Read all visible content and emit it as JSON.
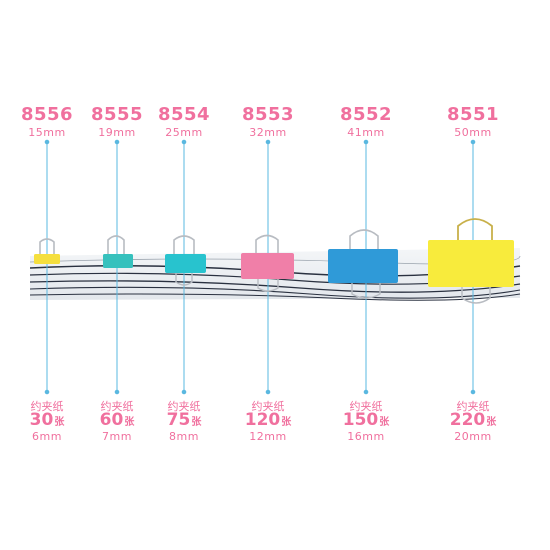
{
  "clips": [
    {
      "model": "8556",
      "width": "15mm",
      "capacity_label": "约夹纸",
      "sheets": "30",
      "sheets_unit": "张",
      "thickness": "6mm",
      "color": "#f5df3e"
    },
    {
      "model": "8555",
      "width": "19mm",
      "capacity_label": "约夹纸",
      "sheets": "60",
      "sheets_unit": "张",
      "thickness": "7mm",
      "color": "#36c1bd"
    },
    {
      "model": "8554",
      "width": "25mm",
      "capacity_label": "约夹纸",
      "sheets": "75",
      "sheets_unit": "张",
      "thickness": "8mm",
      "color": "#28c3ce"
    },
    {
      "model": "8553",
      "width": "32mm",
      "capacity_label": "约夹纸",
      "sheets": "120",
      "sheets_unit": "张",
      "thickness": "12mm",
      "color": "#f07fa8"
    },
    {
      "model": "8552",
      "width": "41mm",
      "capacity_label": "约夹纸",
      "sheets": "150",
      "sheets_unit": "张",
      "thickness": "16mm",
      "color": "#2f9ad8"
    },
    {
      "model": "8551",
      "width": "50mm",
      "capacity_label": "约夹纸",
      "sheets": "220",
      "sheets_unit": "张",
      "thickness": "20mm",
      "color": "#f8eb3c"
    }
  ],
  "colors": {
    "text": "#f0709e",
    "leader": "#5ab8e0",
    "paper_edge": "#2a3140"
  }
}
